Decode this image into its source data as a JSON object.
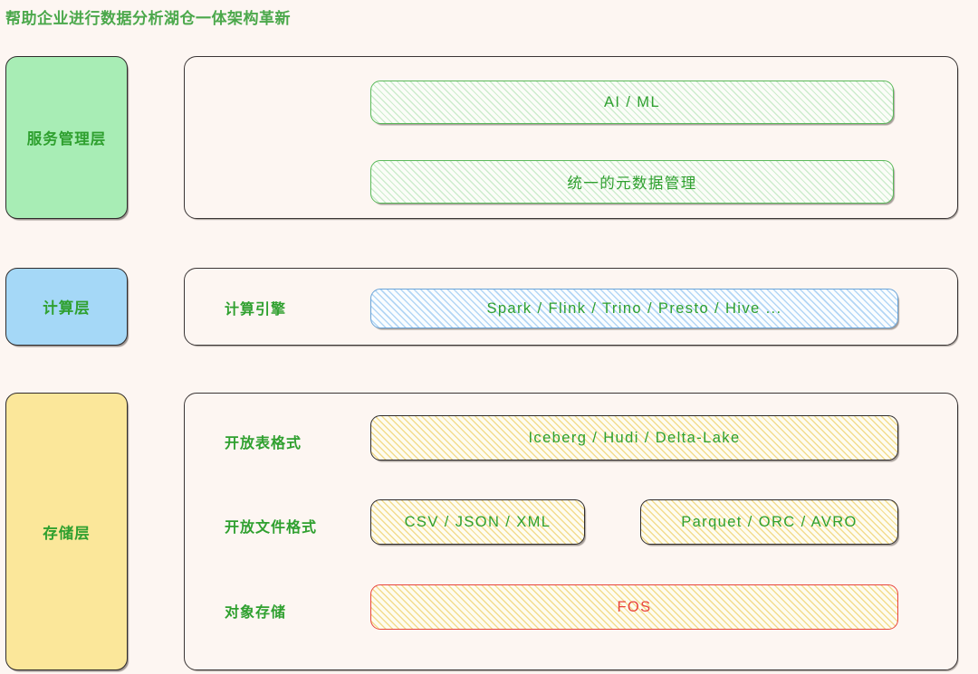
{
  "title": "帮助企业进行数据分析湖仓一体架构革新",
  "theme": {
    "background": "#fdf6f2",
    "accent_green": "#2fa02f",
    "accent_red": "#e8453c",
    "chip_green": "#a8edb5",
    "chip_blue": "#a5d8f7",
    "chip_yellow": "#fbe79a",
    "panel_border": "#3a3535"
  },
  "layers": [
    {
      "id": "service",
      "chip_label": "服务管理层",
      "chip_color": "#a8edb5",
      "rows": [
        {
          "label": "",
          "items": [
            {
              "label": "AI / ML",
              "fill": "hatch-green",
              "text_color": "#2fa02f"
            }
          ]
        },
        {
          "label": "",
          "items": [
            {
              "label": "统一的元数据管理",
              "fill": "hatch-green",
              "text_color": "#2fa02f"
            }
          ]
        }
      ]
    },
    {
      "id": "compute",
      "chip_label": "计算层",
      "chip_color": "#a5d8f7",
      "rows": [
        {
          "label": "计算引擎",
          "items": [
            {
              "label": "Spark / Flink / Trino / Presto / Hive ...",
              "fill": "hatch-blue",
              "text_color": "#2fa02f"
            }
          ]
        }
      ]
    },
    {
      "id": "storage",
      "chip_label": "存储层",
      "chip_color": "#fbe79a",
      "rows": [
        {
          "label": "开放表格式",
          "items": [
            {
              "label": "Iceberg / Hudi / Delta-Lake",
              "fill": "hatch-yellow",
              "text_color": "#2fa02f"
            }
          ]
        },
        {
          "label": "开放文件格式",
          "items": [
            {
              "label": "CSV / JSON / XML",
              "fill": "hatch-yellow",
              "text_color": "#2fa02f"
            },
            {
              "label": "Parquet / ORC / AVRO",
              "fill": "hatch-yellow",
              "text_color": "#2fa02f"
            }
          ]
        },
        {
          "label": "对象存储",
          "items": [
            {
              "label": "FOS",
              "fill": "hatch-yellow-red",
              "text_color": "#e8453c"
            }
          ]
        }
      ]
    }
  ]
}
